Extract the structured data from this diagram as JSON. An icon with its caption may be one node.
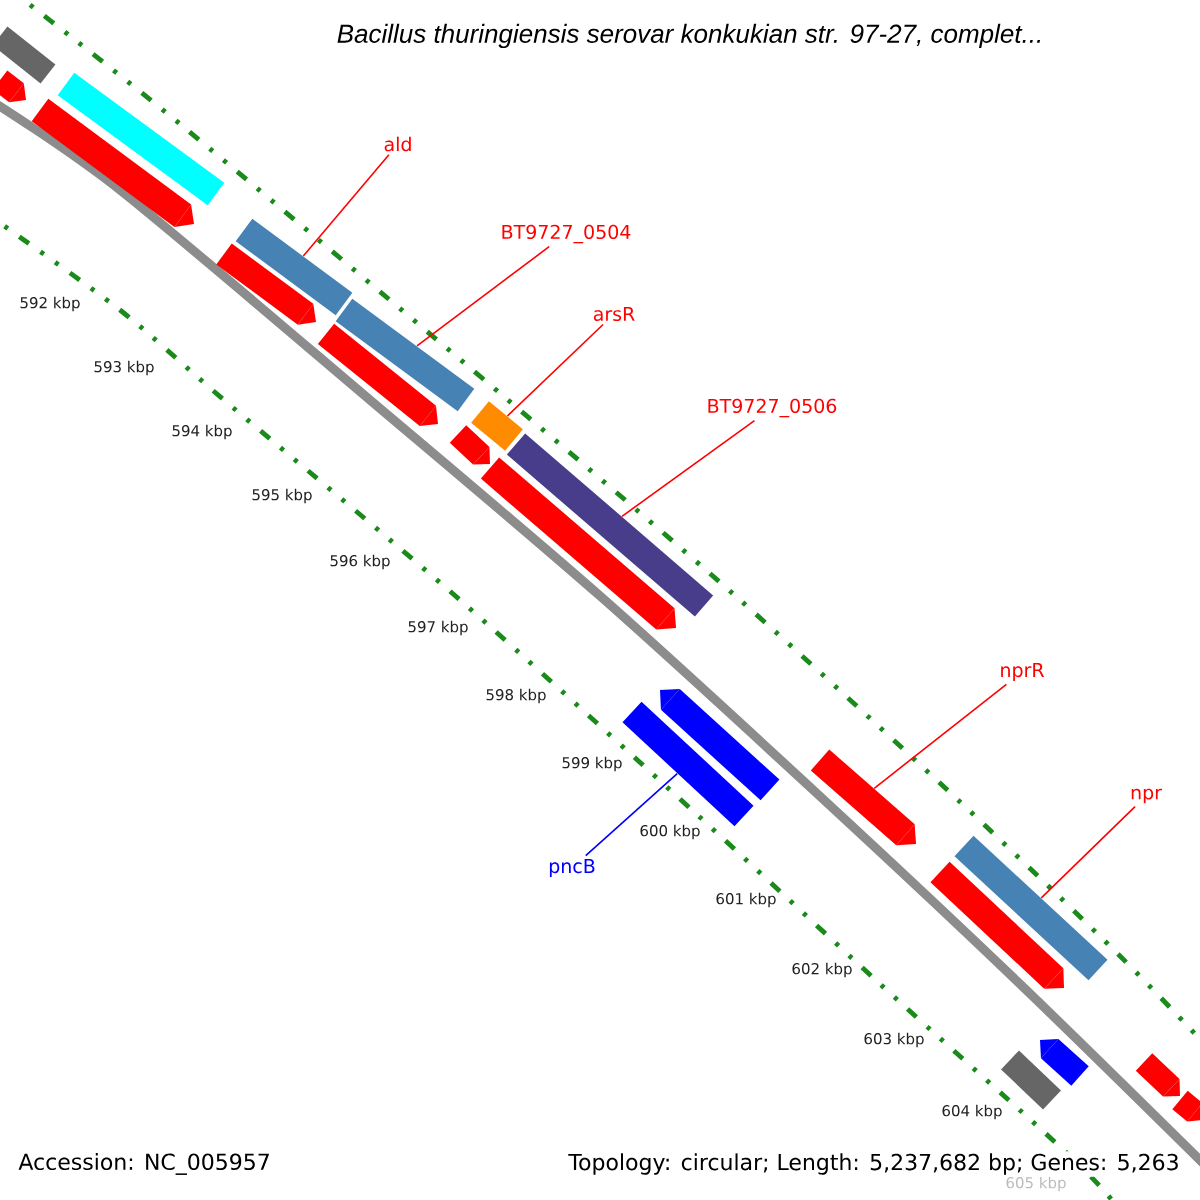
{
  "diagram": {
    "title": "Bacillus thuringiensis serovar konkukian str. 97-27, complet...",
    "nodes": [
      {
        "text": [
          "ald"
        ]
      },
      {
        "text": [],
        "shape": "bar"
      },
      {
        "text": [
          "BT9727_0504"
        ]
      },
      {
        "text": [],
        "shape": "bar"
      },
      {
        "text": [
          "arsR"
        ]
      },
      {
        "text": [],
        "shape": "bar"
      },
      {
        "text": [
          "BT9727_0506"
        ]
      },
      {
        "text": [],
        "shape": "bar"
      },
      {
        "text": [
          "nprR"
        ]
      },
      {
        "text": [],
        "shape": "bar"
      },
      {
        "text": [
          "npr"
        ]
      },
      {
        "text": [],
        "shape": "bar"
      },
      {
        "text": [
          "pncB"
        ]
      },
      {
        "text": [],
        "shape": "bar"
      },
      {
        "text": [],
        "shape": "bar"
      },
      {
        "text": [],
        "shape": "bar"
      },
      {
        "text": [],
        "shape": "bar"
      },
      {
        "text": [],
        "shape": "bar"
      },
      {
        "text": [],
        "shape": "bar"
      },
      {
        "text": [],
        "shape": "bar"
      },
      {
        "text": [],
        "shape": "bar"
      },
      {
        "text": [],
        "shape": "bar"
      },
      {
        "text": [],
        "shape": "bar"
      },
      {
        "text": [],
        "shape": "bar"
      },
      {
        "text": [],
        "shape": "bar"
      },
      {
        "text": [],
        "shape": "bar"
      },
      {
        "text": [],
        "shape": "bar"
      },
      {
        "text": [],
        "shape": "bar"
      }
    ],
    "edges": [
      {
        "from": 0,
        "to": 1,
        "arrow": "none"
      },
      {
        "from": 2,
        "to": 3,
        "arrow": "none"
      },
      {
        "from": 4,
        "to": 5,
        "arrow": "none"
      },
      {
        "from": 6,
        "to": 7,
        "arrow": "none"
      },
      {
        "from": 8,
        "to": 9,
        "arrow": "none"
      },
      {
        "from": 10,
        "to": 11,
        "arrow": "none"
      },
      {
        "from": 12,
        "to": 13,
        "arrow": "none",
        "color": "#0000ff"
      }
    ],
    "labels": [
      "592 kbp",
      "593 kbp",
      "594 kbp",
      "595 kbp",
      "596 kbp",
      "597 kbp",
      "598 kbp",
      "599 kbp",
      "600 kbp",
      "601 kbp",
      "602 kbp",
      "603 kbp",
      "604 kbp",
      "605 kbp",
      "Accession: NC_005957",
      "Topology: circular; Length: 5,237,682 bp; Genes: 5,263"
    ]
  }
}
